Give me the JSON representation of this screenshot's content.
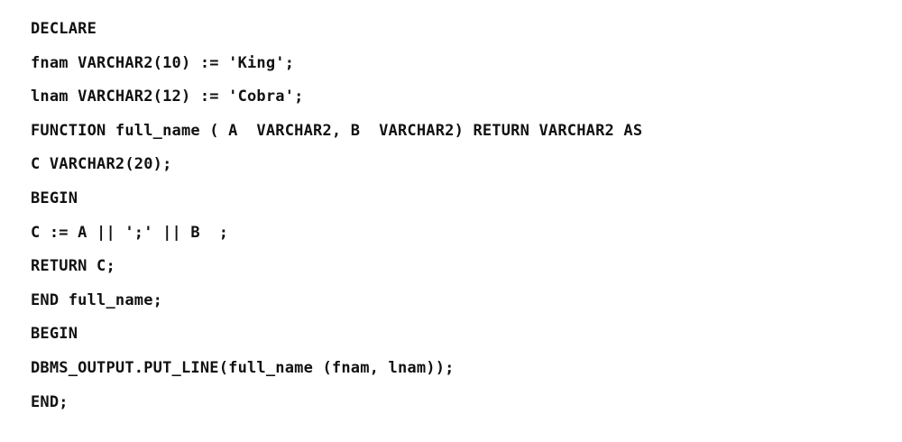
{
  "code": {
    "lines": [
      "DECLARE",
      "fnam VARCHAR2(10) := 'King';",
      "lnam VARCHAR2(12) := 'Cobra';",
      "FUNCTION full_name ( A  VARCHAR2, B  VARCHAR2) RETURN VARCHAR2 AS",
      "C VARCHAR2(20);",
      "BEGIN",
      "C := A || ';' || B  ;",
      "RETURN C;",
      "END full_name;",
      "BEGIN",
      "DBMS_OUTPUT.PUT_LINE(full_name (fnam, lnam));",
      "END;"
    ]
  }
}
